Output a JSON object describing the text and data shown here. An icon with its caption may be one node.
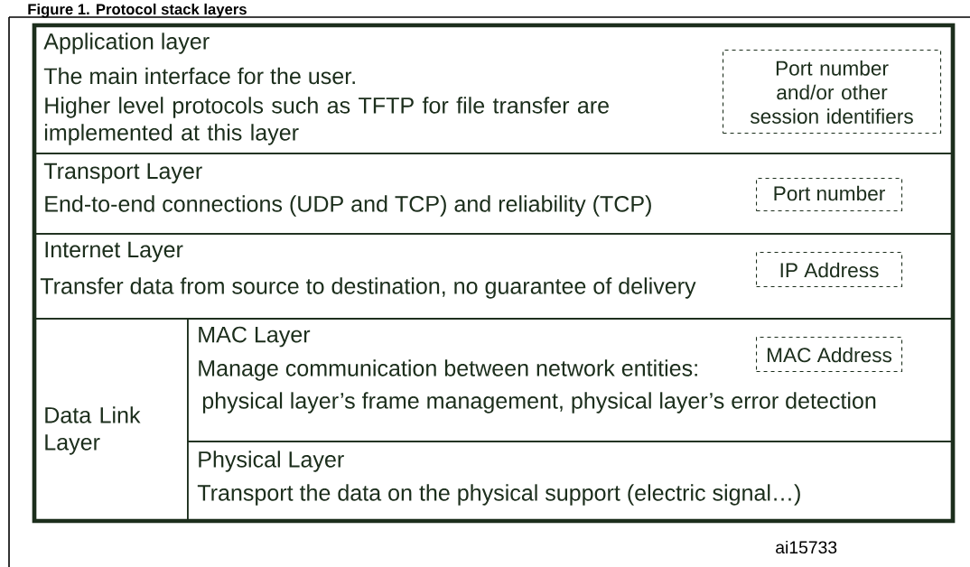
{
  "diagram": {
    "title": "Figure 1. Protocol stack layers",
    "nodes": [
      {
        "text": [
          "Application layer",
          "The main interface for the user.",
          "Higher level protocols such as TFTP for file transfer are implemented at this layer"
        ]
      },
      {
        "text": [
          "Port number and/or other session identifiers"
        ],
        "in": 0
      },
      {
        "text": [
          "Transport Layer",
          "End-to-end connections (UDP and TCP) and reliability (TCP)"
        ]
      },
      {
        "text": [
          "Port number"
        ],
        "in": 2
      },
      {
        "text": [
          "Internet Layer",
          "Transfer data from source to destination, no guarantee of delivery"
        ]
      },
      {
        "text": [
          "IP Address"
        ],
        "in": 4
      },
      {
        "text": [
          "Data Link Layer"
        ]
      },
      {
        "text": [
          "MAC Layer",
          "Manage communication between network entities:",
          "physical layer’s frame management, physical layer’s error detection"
        ],
        "in": 6
      },
      {
        "text": [
          "MAC Address"
        ],
        "in": 7
      },
      {
        "text": [
          "Physical Layer",
          "Transport the data on the physical support (electric signal…)"
        ],
        "in": 6
      }
    ],
    "labels": [
      "ai15733"
    ]
  }
}
